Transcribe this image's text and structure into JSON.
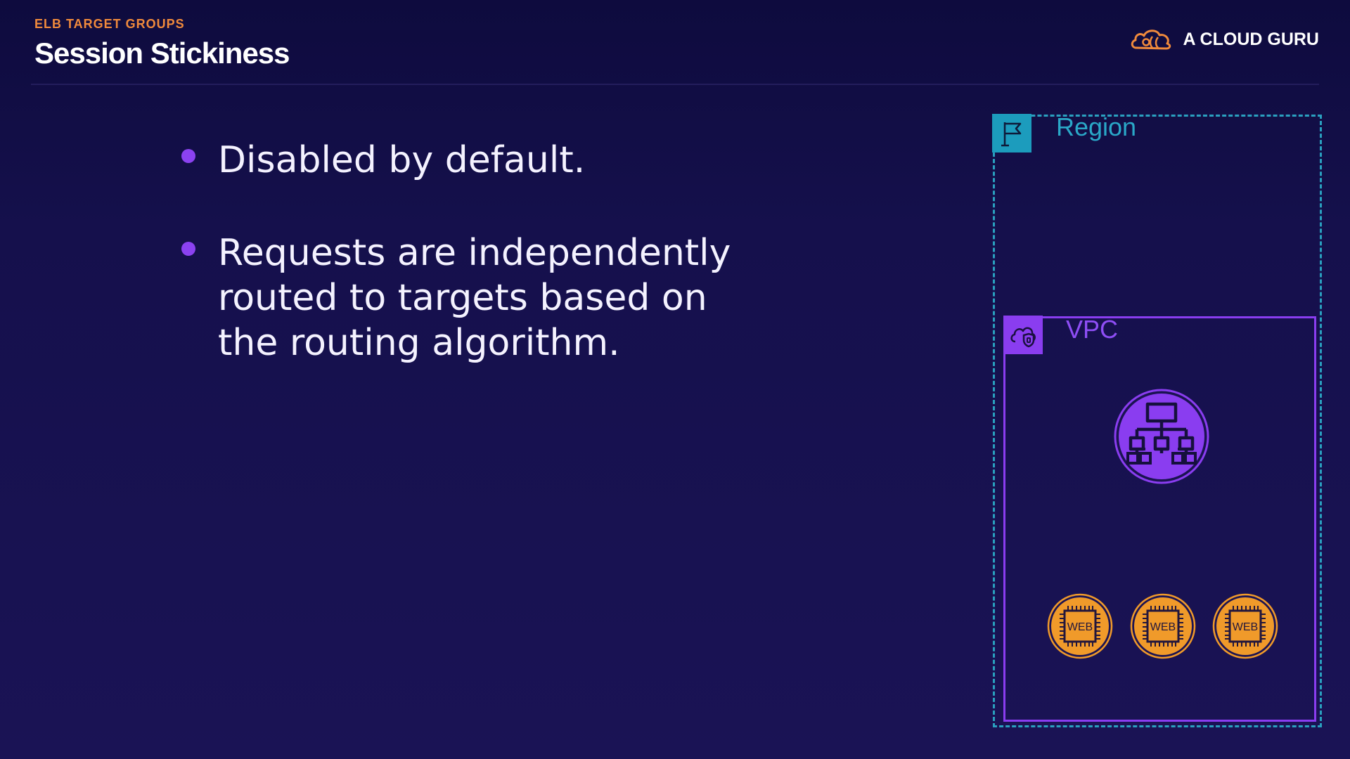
{
  "header": {
    "subtitle": "ELB TARGET GROUPS",
    "title": "Session Stickiness",
    "brand": "A CLOUD GURU"
  },
  "bullets": [
    "Disabled by default.",
    "Requests are independently routed to targets based on the routing algorithm."
  ],
  "diagram": {
    "region_label": "Region",
    "vpc_label": "VPC",
    "web_label": "WEB",
    "icons": {
      "region": "flag-icon",
      "vpc": "cloud-lock-icon",
      "load_balancer": "load-balancer-icon",
      "instances": [
        "web-server-icon",
        "web-server-icon",
        "web-server-icon"
      ]
    }
  },
  "colors": {
    "background": "#15104c",
    "subtitle": "#f08a3c",
    "bullet_dot": "#8b42f0",
    "region": "#1c9cbd",
    "vpc": "#8a3df0",
    "instance": "#f09a2a"
  }
}
